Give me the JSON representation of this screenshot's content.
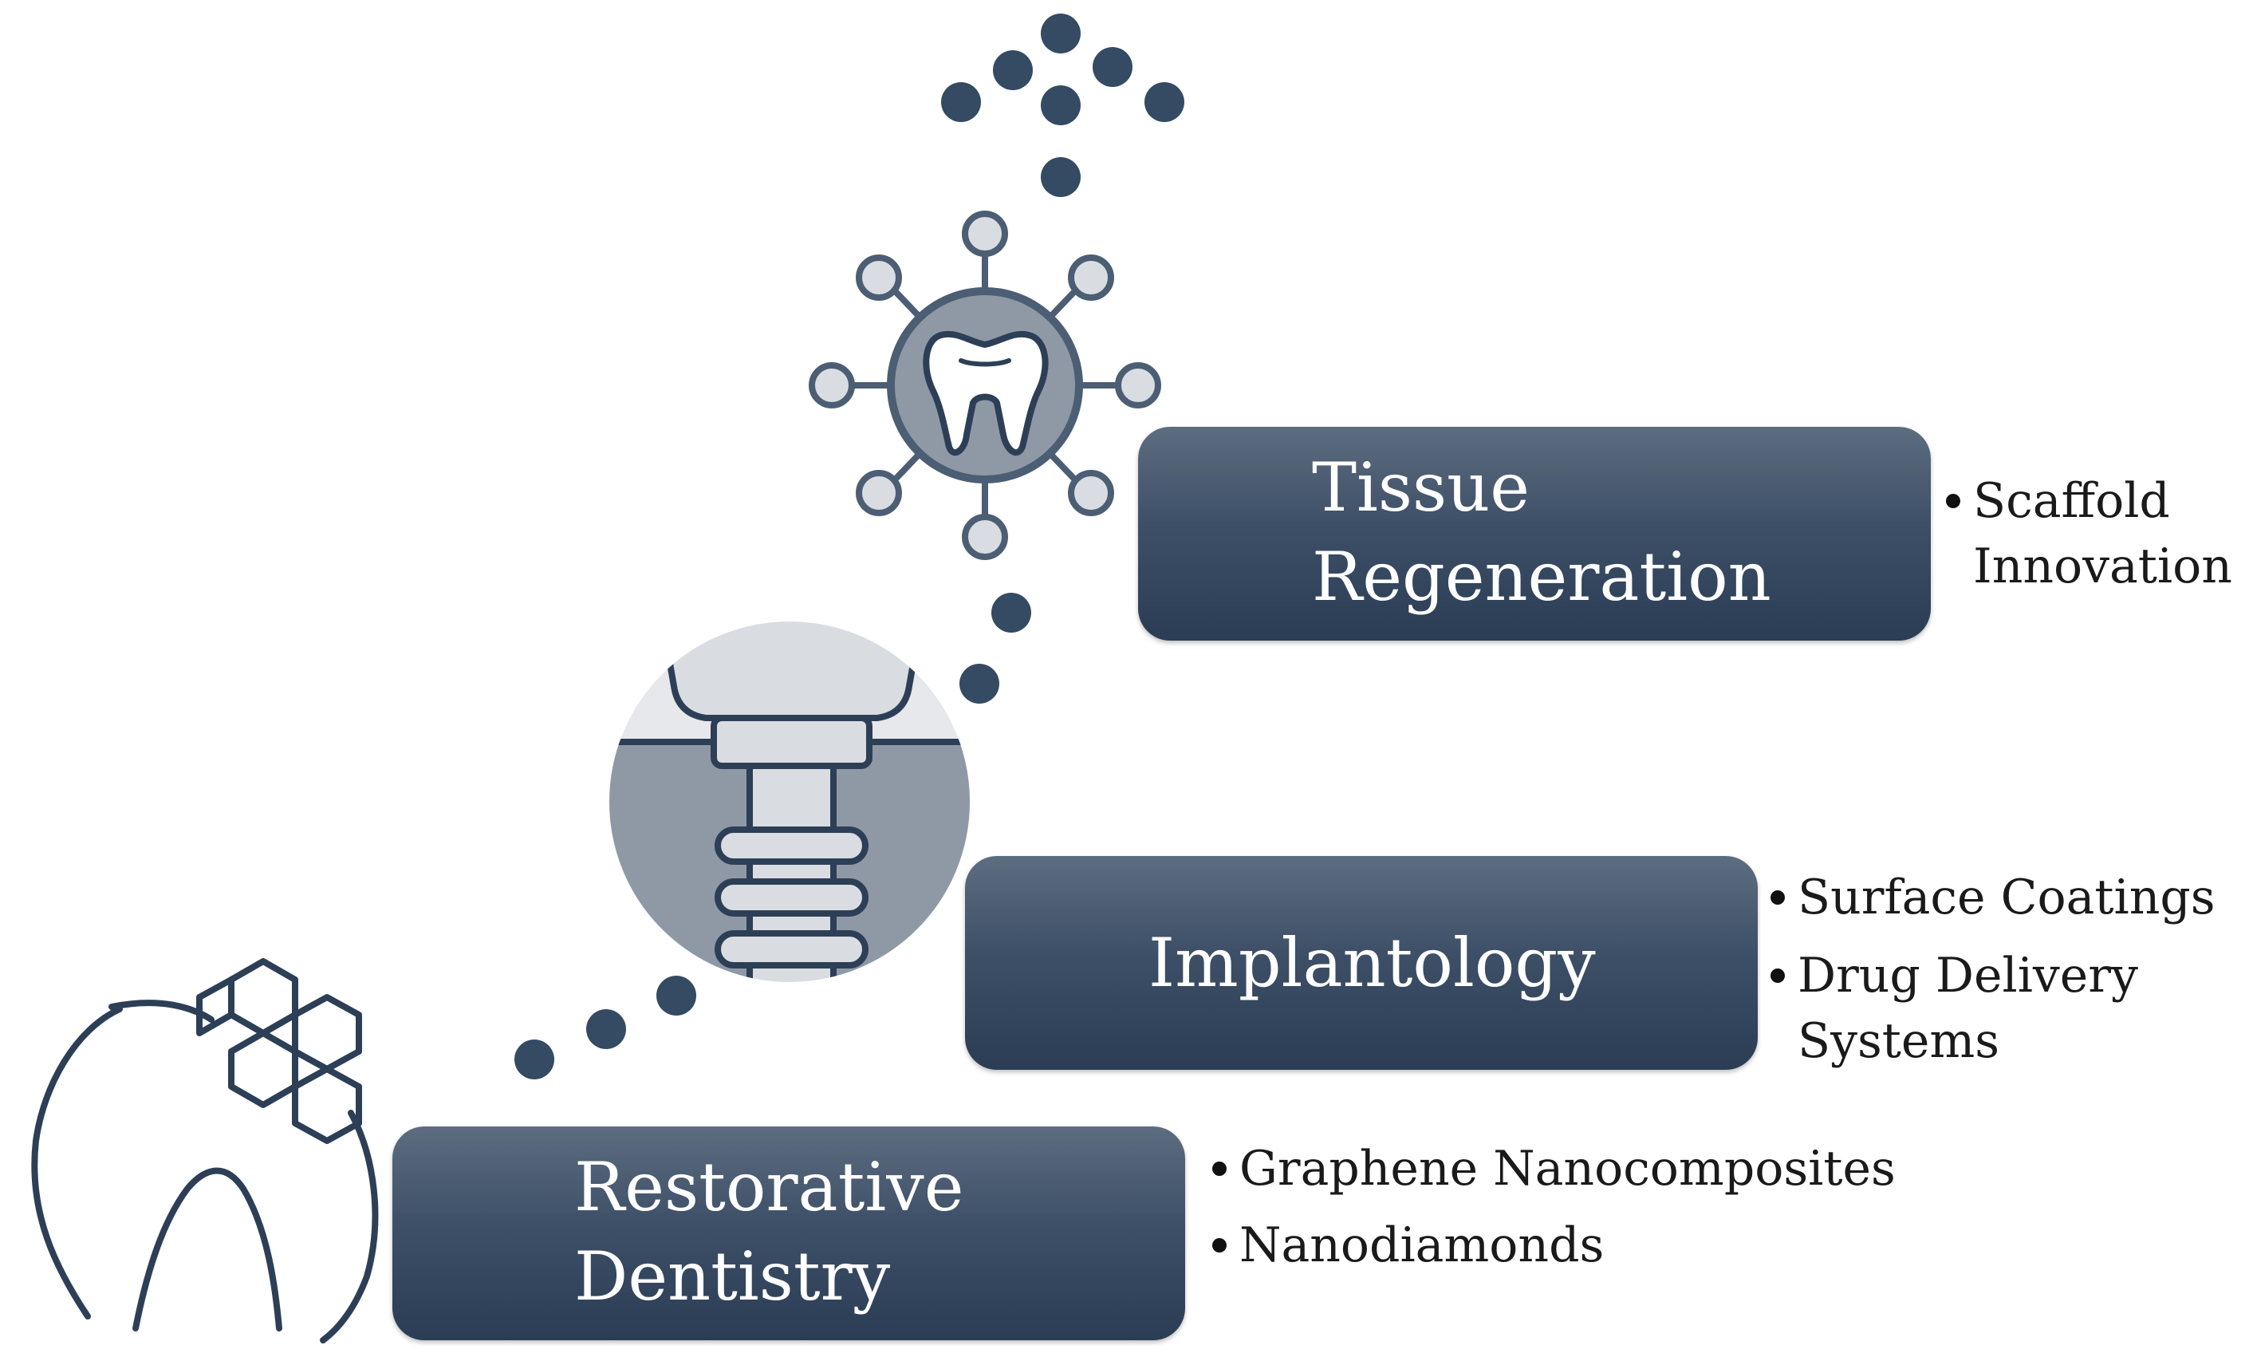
{
  "colors": {
    "accent_dark": "#2d3f57",
    "accent_mid": "#4c5e74",
    "gray": "#8f99a6",
    "light_gray": "#d9dde2",
    "dot": "#354a63",
    "bullet_text": "#1a1a1a"
  },
  "stages": [
    {
      "id": "restorative",
      "label": "Restorative\nDentistry",
      "icon": "tooth-graphene-icon",
      "bullets": [
        "Graphene Nanocomposites",
        "Nanodiamonds"
      ]
    },
    {
      "id": "implantology",
      "label": "Implantology",
      "icon": "dental-implant-icon",
      "bullets": [
        "Surface Coatings",
        "Drug Delivery\nSystems"
      ]
    },
    {
      "id": "tissue",
      "label": "Tissue\nRegeneration",
      "icon": "tooth-regeneration-icon",
      "bullets": [
        "Scaffold\nInnovation"
      ]
    }
  ]
}
